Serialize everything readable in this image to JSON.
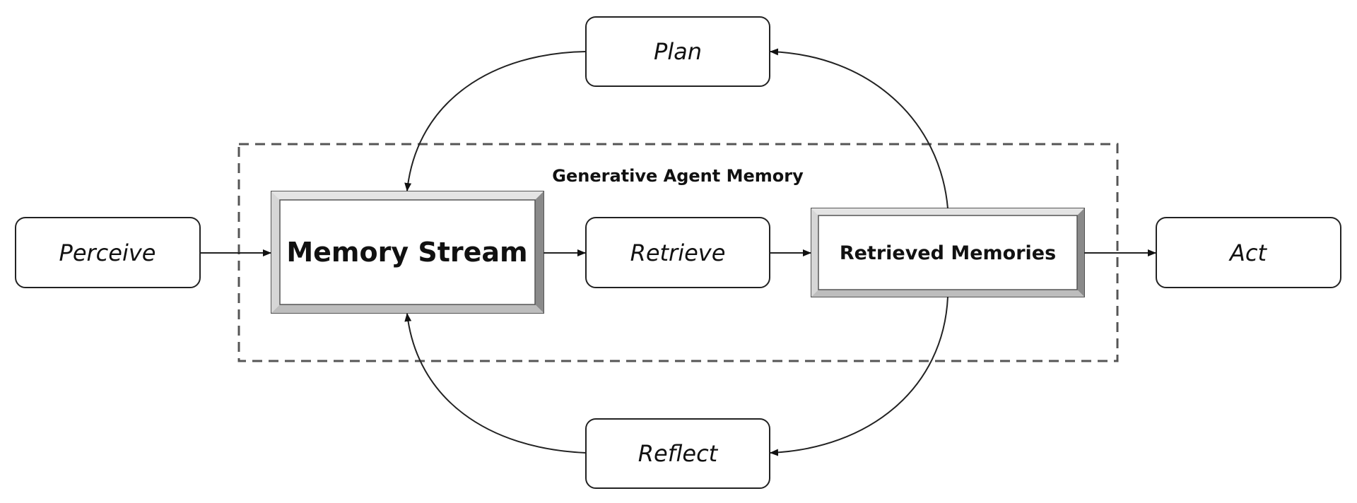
{
  "diagram": {
    "group_title": "Generative Agent Memory",
    "nodes": {
      "perceive": "Perceive",
      "plan": "Plan",
      "memory_stream": "Memory Stream",
      "retrieve": "Retrieve",
      "retrieved_memories": "Retrieved Memories",
      "act": "Act",
      "reflect": "Reflect"
    }
  },
  "colors": {
    "stroke": "#222222",
    "dashed_border": "#555555",
    "bevel_light": "#e6e6e6",
    "bevel_dark": "#8a8a8a",
    "box_fill": "#ffffff"
  }
}
